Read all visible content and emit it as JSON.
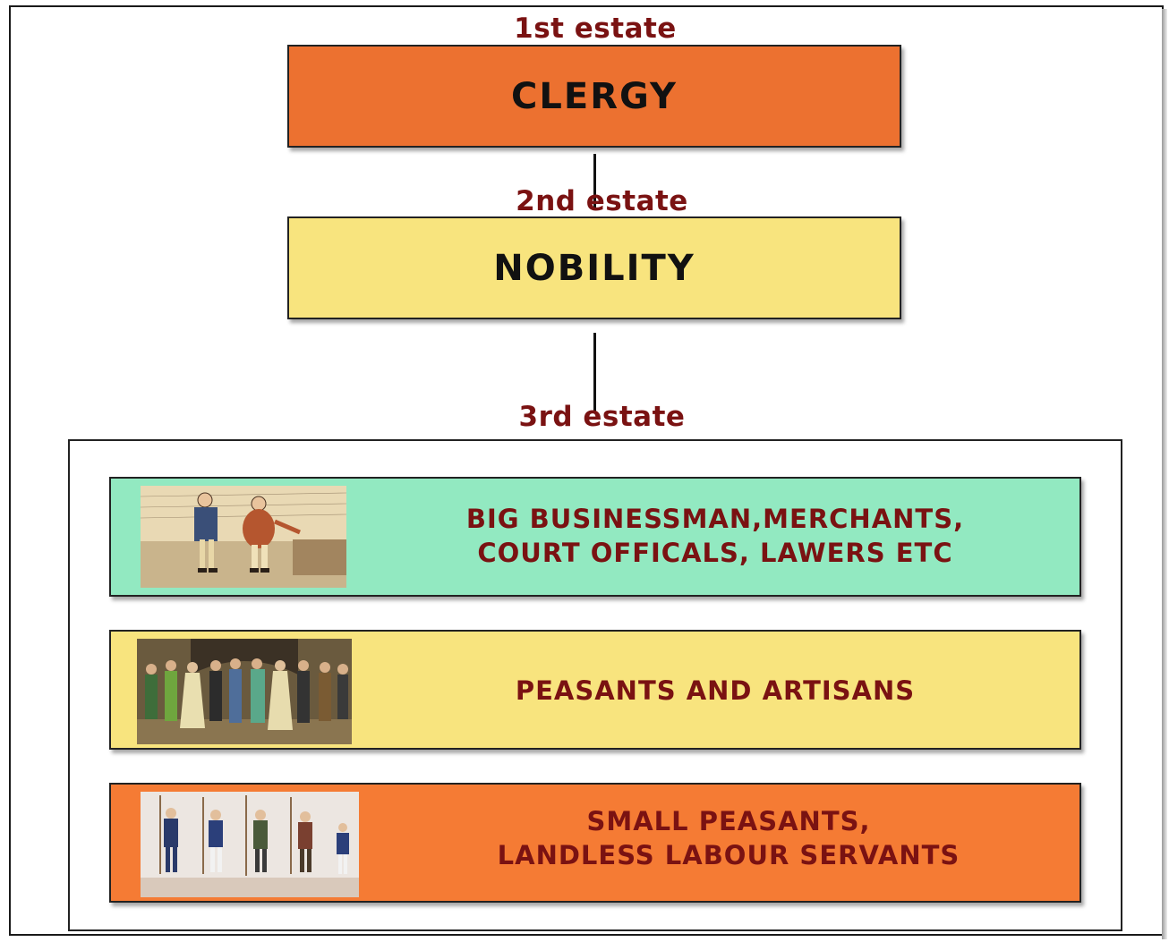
{
  "colors": {
    "clergy": "#ec7130",
    "nobility": "#f8e47e",
    "businessmen": "#92e9c1",
    "peasants": "#f8e47e",
    "labourers": "#f57b34",
    "label": "#7a1212"
  },
  "estates": {
    "first": {
      "label": "1st estate",
      "title": "CLERGY"
    },
    "second": {
      "label": "2nd estate",
      "title": "NOBILITY"
    },
    "third": {
      "label": "3rd estate",
      "groups": [
        {
          "line1": "BIG BUSINESSMAN,MERCHANTS,",
          "line2": "COURT OFFICALS, LAWERS ETC",
          "image": "two-men-illustration"
        },
        {
          "line1": "PEASANTS AND ARTISANS",
          "image": "crowd-illustration"
        },
        {
          "line1": "SMALL PEASANTS,",
          "line2": "LANDLESS LABOUR SERVANTS",
          "image": "soldiers-illustration"
        }
      ]
    }
  }
}
